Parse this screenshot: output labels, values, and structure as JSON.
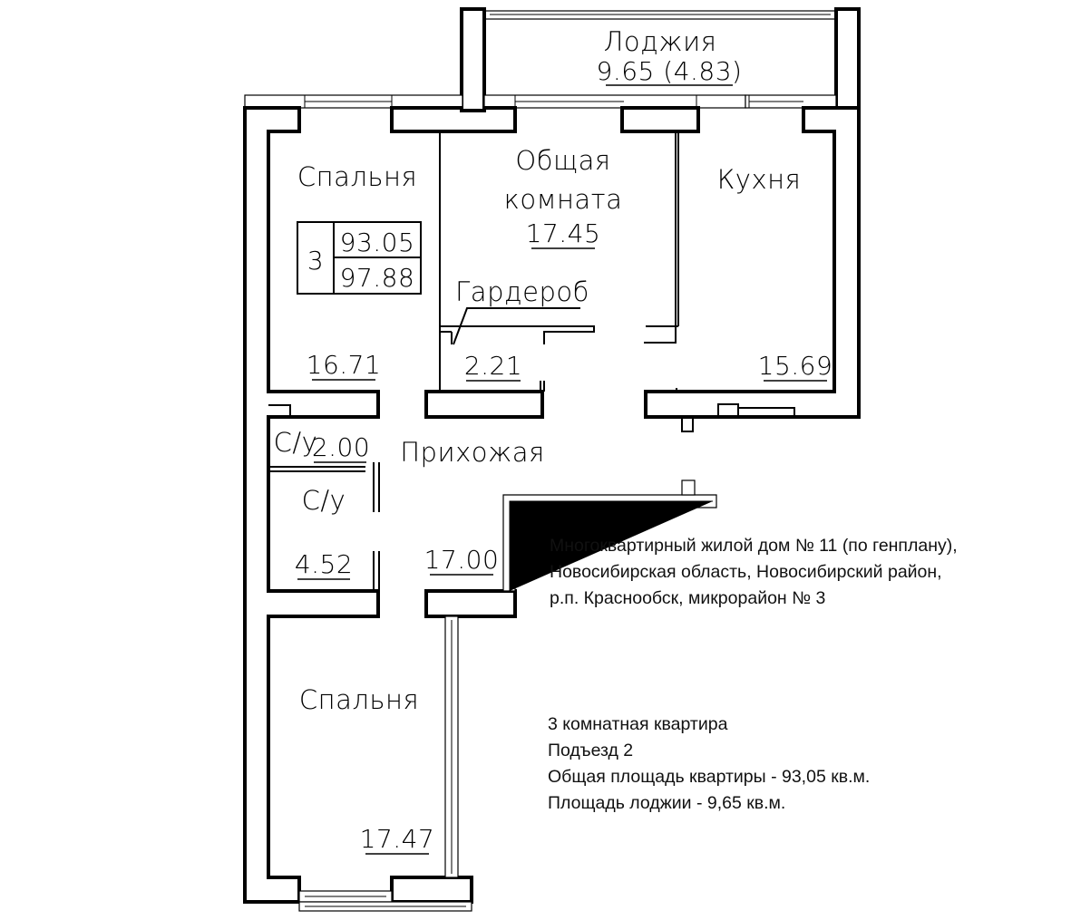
{
  "rooms": {
    "loggia": "Лоджия",
    "loggia_area": "9.65 (4.83)",
    "bedroom_top": "Спальня",
    "bedroom_top_area": "16.71",
    "common_line1": "Общая",
    "common_line2": "комната",
    "common_area": "17.45",
    "kitchen": "Кухня",
    "kitchen_area": "15.69",
    "wardrobe": "Гардероб",
    "wardrobe_area": "2.21",
    "wc_small": "С/у",
    "wc_small_area": "2.00",
    "hall": "Прихожая",
    "wc_large": "С/у",
    "wc_large_area": "4.52",
    "hall_area": "17.00",
    "bedroom_bottom": "Спальня",
    "bedroom_bottom_area": "17.47"
  },
  "summary_box": {
    "rooms_count": "3",
    "living_area": "93.05",
    "total_area": "97.88"
  },
  "address": {
    "line1": "Многоквартирный жилой  дом № 11 (по генплану),",
    "line2": "Новосибирская область, Новосибирский район,",
    "line3": "р.п. Краснообск, микрорайон № 3"
  },
  "details": {
    "line1": "3 комнатная квартира",
    "line2": "Подъезд 2",
    "line3": "Общая площадь квартиры - 93,05 кв.м.",
    "line4": "Площадь лоджии - 9,65 кв.м."
  }
}
